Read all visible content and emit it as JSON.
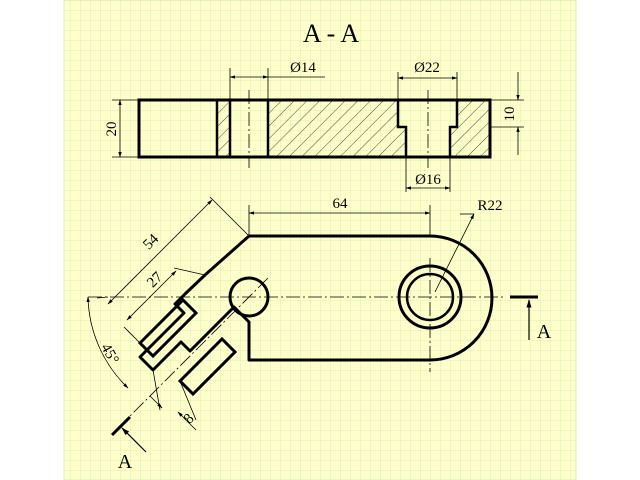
{
  "drawing": {
    "section_title": "A - A",
    "section_marks": [
      "A",
      "A"
    ],
    "dimensions": {
      "hole_dia_14": "Ø14",
      "counterbore_dia_22": "Ø22",
      "hole_dia_16": "Ø16",
      "thickness_20": "20",
      "counterbore_depth_10": "10",
      "length_64": "64",
      "radius_22": "R22",
      "arm_length_54": "54",
      "slot_length_27": "27",
      "angle_45": "45°",
      "slot_width_8": "8"
    }
  },
  "colors": {
    "paper": "#ffffcc",
    "grid": "#b6e69a",
    "ink": "#000000",
    "hatch": "#333333"
  }
}
